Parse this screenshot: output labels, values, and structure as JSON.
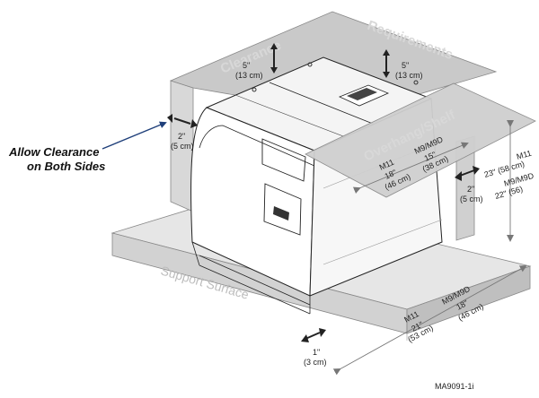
{
  "panels": {
    "clearance": "Clearance",
    "requirements": "Requirements",
    "overhang_shelf": "Overhang/Shelf",
    "support_surface": "Support Surface"
  },
  "callout": {
    "line1": "Allow Clearance",
    "line2": "on Both Sides"
  },
  "dimensions": {
    "top_left_in": "5\"",
    "top_left_cm": "(13 cm)",
    "top_right_in": "5\"",
    "top_right_cm": "(13 cm)",
    "left_side_in": "2\"",
    "left_side_cm": "(5 cm)",
    "right_side_in": "2\"",
    "right_side_cm": "(5 cm)",
    "shelf_m11_label": "M11",
    "shelf_m11_in": "18\"",
    "shelf_m11_cm": "(46 cm)",
    "shelf_m9_label": "M9/M9D",
    "shelf_m9_in": "15\"",
    "shelf_m9_cm": "(38 cm)",
    "height_m11_label": "M11",
    "height_m11": "23\" (58 cm)",
    "height_m9_label": "M9/M9D",
    "height_m9": "22\" (56)",
    "front_in": "1\"",
    "front_cm": "(3 cm)",
    "depth_m11_label": "M11",
    "depth_m11_in": "21\"",
    "depth_m11_cm": "(53 cm)",
    "depth_m9_label": "M9/M9D",
    "depth_m9_in": "18\"",
    "depth_m9_cm": "(46 cm)"
  },
  "figure_id": "MA9091-1i"
}
